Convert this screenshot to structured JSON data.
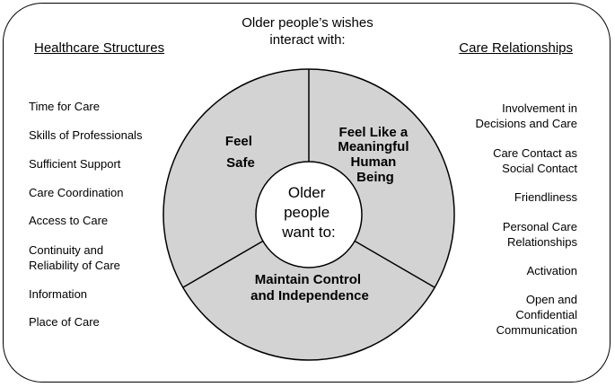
{
  "title": {
    "lines": [
      "Older people’s wishes",
      "interact with:"
    ]
  },
  "left_panel": {
    "heading": "Healthcare Structures",
    "items": [
      [
        "Time for Care"
      ],
      [
        "Skills of Professionals"
      ],
      [
        "Sufficient Support"
      ],
      [
        "Care Coordination"
      ],
      [
        "Access to Care"
      ],
      [
        "Continuity and",
        "Reliability of Care"
      ],
      [
        "Information"
      ],
      [
        "Place of Care"
      ]
    ]
  },
  "right_panel": {
    "heading": "Care Relationships",
    "items": [
      [
        "Involvement in",
        "Decisions and Care"
      ],
      [
        "Care Contact as",
        "Social Contact"
      ],
      [
        "Friendliness"
      ],
      [
        "Personal Care",
        "Relationships"
      ],
      [
        "Activation"
      ],
      [
        "Open and",
        "Confidential",
        "Communication"
      ]
    ]
  },
  "wheel": {
    "fill_color": "#d3d3d3",
    "center_lines": [
      "Older",
      "people",
      "want to:"
    ],
    "segments": [
      {
        "id": "feel-safe",
        "lines": [
          "Feel",
          "Safe"
        ]
      },
      {
        "id": "meaningful",
        "lines": [
          "Feel Like a",
          "Meaningful",
          "Human",
          "Being"
        ]
      },
      {
        "id": "control",
        "lines": [
          "Maintain Control",
          "and Independence"
        ]
      }
    ]
  }
}
